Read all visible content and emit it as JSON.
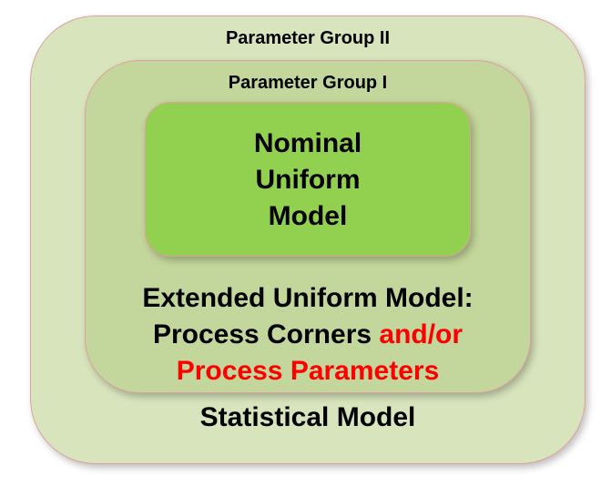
{
  "outer_label": "Parameter Group II",
  "middle_label": "Parameter Group I",
  "inner_label": {
    "line1": "Nominal",
    "line2": "Uniform",
    "line3": "Model"
  },
  "extended": {
    "line1": "Extended Uniform Model:",
    "line2a": "Process Corners ",
    "line2b": "and/or",
    "line3": "Process Parameters"
  },
  "outer_bottom_label": "Statistical Model",
  "colors": {
    "outer": "#d8e4bc",
    "middle": "#c3d69b",
    "inner": "#92d050",
    "highlight": "#ff0000"
  }
}
